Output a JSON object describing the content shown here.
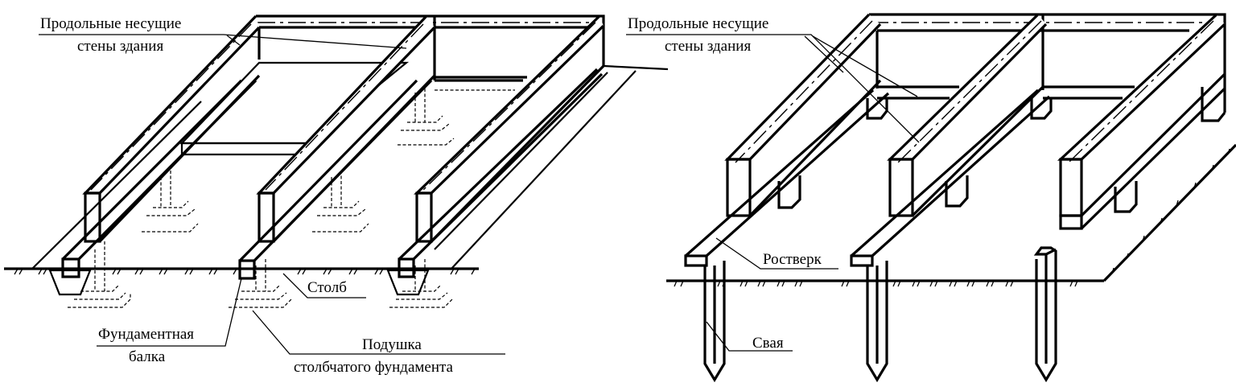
{
  "figure": {
    "left_panel": {
      "type": "column-foundation",
      "labels": {
        "walls_line1": "Продольные несущие",
        "walls_line2": "стены здания",
        "column": "Столб",
        "beam_line1": "Фундаментная",
        "beam_line2": "балка",
        "pad_line1": "Подушка",
        "pad_line2": "столбчатого фундамента"
      }
    },
    "right_panel": {
      "type": "pile-foundation",
      "labels": {
        "walls_line1": "Продольные несущие",
        "walls_line2": "стены здания",
        "grillage": "Ростверк",
        "pile": "Свая"
      }
    },
    "colors": {
      "ink": "#000000",
      "paper": "#ffffff"
    }
  }
}
